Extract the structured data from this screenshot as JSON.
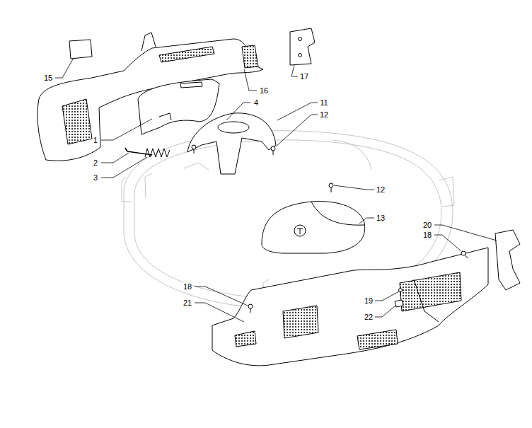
{
  "diagram": {
    "labels": [
      "15",
      "17",
      "16",
      "4",
      "11",
      "12",
      "1",
      "2",
      "3",
      "12",
      "13",
      "20",
      "18",
      "18",
      "21",
      "19",
      "22"
    ]
  }
}
